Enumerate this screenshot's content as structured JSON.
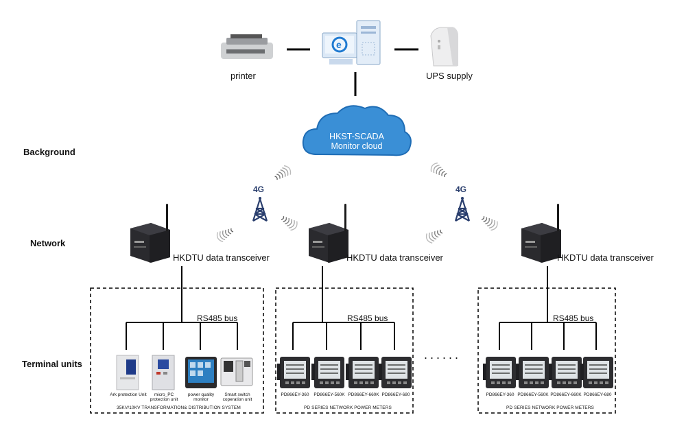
{
  "colors": {
    "line": "#000000",
    "cloud": "#3a8fd6",
    "cloud_edge": "#1f6db5",
    "device_dark": "#2e2e32",
    "meter_screen": "#dfe3e6",
    "panel": "#e8e8ea"
  },
  "top": {
    "printer_label": "printer",
    "ups_label": "UPS supply",
    "cloud_line1": "HKST-SCADA",
    "cloud_line2": "Monitor cloud"
  },
  "rows": {
    "background": "Background",
    "network": "Network",
    "terminal": "Terminal units"
  },
  "network": {
    "tower_label": "4G",
    "dtu_label": "HKDTU data transceiver"
  },
  "groups": [
    {
      "bus_label": "RS485 bus",
      "footer": "35KV/10KV TRANSFORMATION& DISTRIBUTION SYSTEM",
      "devices": [
        {
          "label": "Ark  protection Unit",
          "icon": "protection-unit-icon"
        },
        {
          "label": "micro_PC protection unit",
          "icon": "micro-pc-unit-icon"
        },
        {
          "label": "power quality monitor",
          "icon": "power-quality-monitor-icon"
        },
        {
          "label": "Smart switch coperation unit",
          "icon": "smart-switch-unit-icon"
        }
      ]
    },
    {
      "bus_label": "RS485 bus",
      "footer": "PD SERIES NETWORK POWER METERS",
      "devices": [
        {
          "label": "PD866EY-360",
          "icon": "power-meter-icon"
        },
        {
          "label": "PD866EY-560K",
          "icon": "power-meter-icon"
        },
        {
          "label": "PD866EY-660K",
          "icon": "power-meter-icon"
        },
        {
          "label": "PD866EY-680",
          "icon": "power-meter-icon"
        }
      ]
    },
    {
      "bus_label": "RS485 bus",
      "footer": "PD SERIES NETWORK POWER METERS",
      "devices": [
        {
          "label": "PD866EY-360",
          "icon": "power-meter-icon"
        },
        {
          "label": "PD866EY-560K",
          "icon": "power-meter-icon"
        },
        {
          "label": "PD866EY-660K",
          "icon": "power-meter-icon"
        },
        {
          "label": "PD866EY-680",
          "icon": "power-meter-icon"
        }
      ]
    }
  ],
  "ellipsis": "......"
}
